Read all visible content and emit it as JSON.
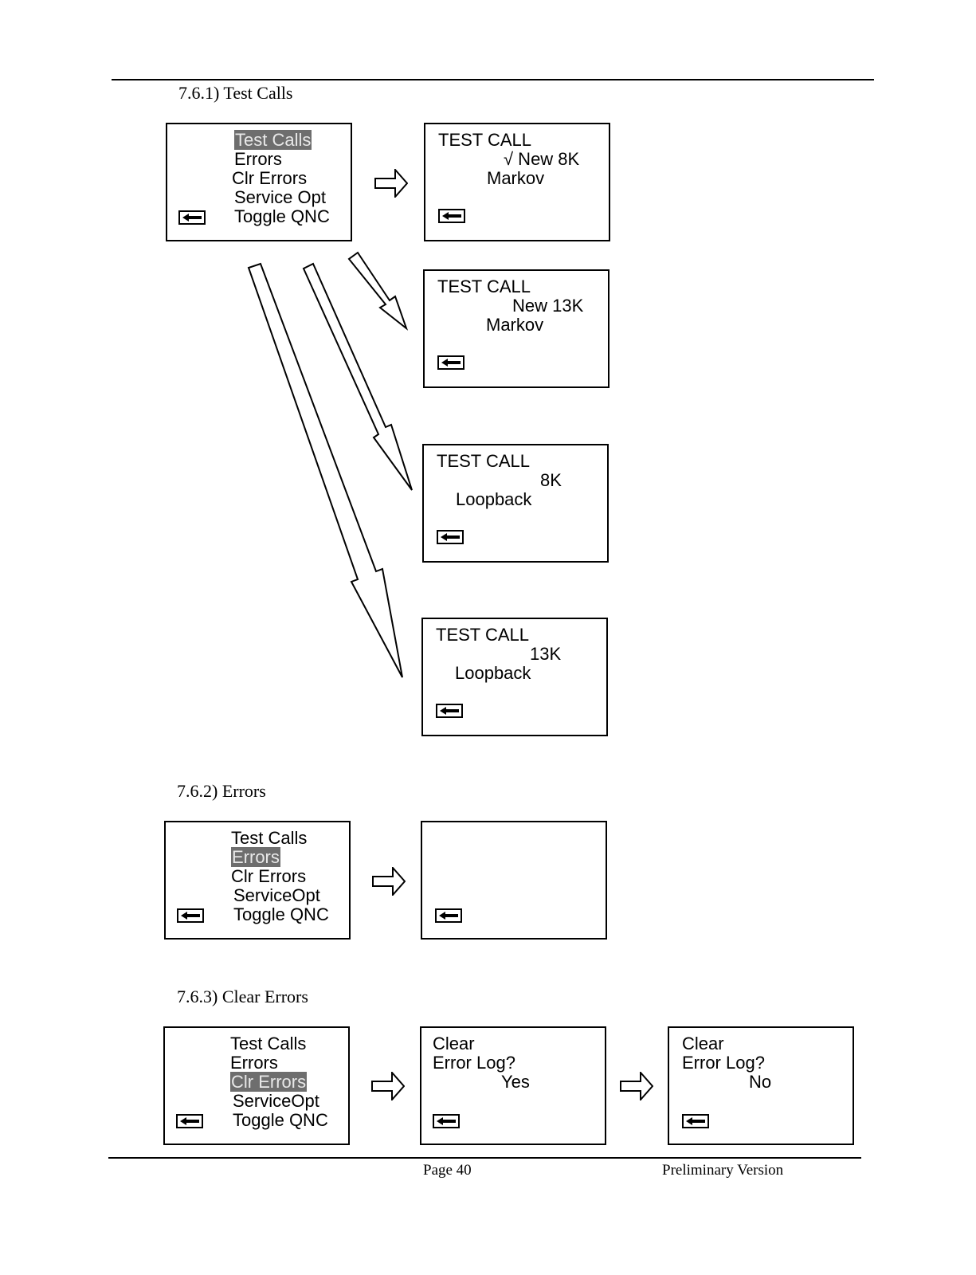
{
  "sections": {
    "s1": {
      "title": "7.6.1)  Test Calls"
    },
    "s2": {
      "title": "7.6.2)  Errors"
    },
    "s3": {
      "title": "7.6.3)  Clear Errors"
    }
  },
  "menu1": {
    "items": [
      "Test Calls",
      "Errors",
      "Clr Errors",
      "Service Opt",
      "Toggle QNC"
    ],
    "selected": 0
  },
  "menu2": {
    "items": [
      "Test Calls",
      "Errors",
      "Clr Errors",
      "ServiceOpt",
      "Toggle QNC"
    ],
    "selected": 1
  },
  "menu3": {
    "items": [
      "Test Calls",
      "Errors",
      "Clr Errors",
      "ServiceOpt",
      "Toggle QNC"
    ],
    "selected": 2
  },
  "testcall_screens": [
    {
      "title": "TEST CALL",
      "line2": "√ New 8K",
      "line3": "Markov"
    },
    {
      "title": "TEST CALL",
      "line2": "New 13K",
      "line3": "Markov"
    },
    {
      "title": "TEST CALL",
      "line2": "8K",
      "line3": "Loopback"
    },
    {
      "title": "TEST CALL",
      "line2": "13K",
      "line3": "Loopback"
    }
  ],
  "clear_screens": [
    {
      "line1": "Clear",
      "line2": "Error Log?",
      "line3": "Yes"
    },
    {
      "line1": "Clear",
      "line2": "Error Log?",
      "line3": "No"
    }
  ],
  "footer": {
    "page": "Page 40",
    "version": "Preliminary Version"
  },
  "icons": {
    "back": "back-arrow-icon",
    "next": "hollow-right-arrow-icon"
  }
}
